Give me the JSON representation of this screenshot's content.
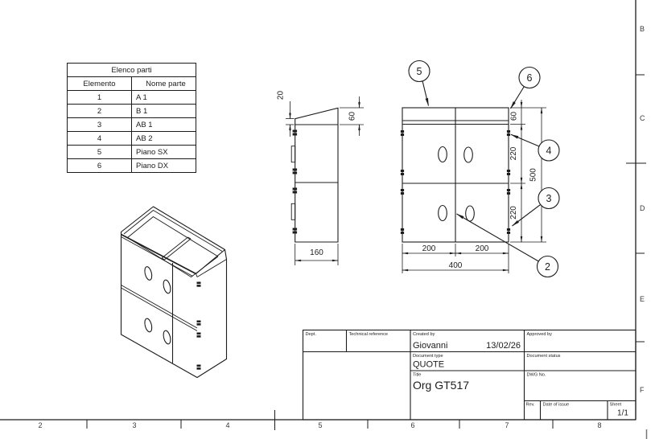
{
  "parts_table": {
    "title": "Elenco parti",
    "columns": [
      "Elemento",
      "Nome parte"
    ],
    "rows": [
      {
        "element": "1",
        "name": "A 1"
      },
      {
        "element": "2",
        "name": "B 1"
      },
      {
        "element": "3",
        "name": "AB 1"
      },
      {
        "element": "4",
        "name": "AB 2"
      },
      {
        "element": "5",
        "name": "Piano SX"
      },
      {
        "element": "6",
        "name": "Piano DX"
      }
    ]
  },
  "side_view": {
    "dim_top": "20",
    "dim_right": "60",
    "dim_bottom": "160"
  },
  "front_view": {
    "dim_bottom_left": "200",
    "dim_bottom_right": "200",
    "dim_bottom_total": "400",
    "dim_right_top": "60",
    "dim_right_upper": "220",
    "dim_right_lower": "220",
    "dim_right_total": "500"
  },
  "balloons": [
    "5",
    "6",
    "4",
    "3",
    "2"
  ],
  "title_block": {
    "dept_label": "Dept.",
    "technical_reference_label": "Technical reference",
    "created_by_label": "Created by",
    "created_by_value": "Giovanni",
    "created_date_value": "13/02/26",
    "approved_by_label": "Approved by",
    "document_type_label": "Document type",
    "document_type_value": "QUOTE",
    "document_status_label": "Document status",
    "title_label": "Title",
    "title_value": "Org GT517",
    "dwg_no_label": "DWG No.",
    "rev_label": "Rev.",
    "date_of_issue_label": "Date of issue",
    "sheet_label": "Sheet",
    "sheet_value": "1/1"
  },
  "border": {
    "zone_letters": [
      "B",
      "C",
      "D",
      "E",
      "F"
    ],
    "zone_numbers": [
      "2",
      "3",
      "4",
      "5",
      "6",
      "7",
      "8"
    ]
  },
  "colors": {
    "line": "#1c1c1c",
    "background": "#ffffff",
    "zone_text": "#3a3a3a"
  }
}
